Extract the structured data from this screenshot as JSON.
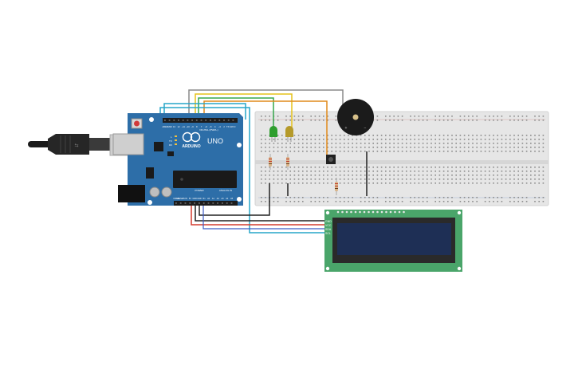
{
  "arduino": {
    "brand": "ARDUINO",
    "model": "UNO",
    "digital_label": "DIGITAL (PWM~)",
    "power_label": "POWER",
    "analog_label": "ANALOG IN",
    "led_tx": "TX",
    "led_rx": "RX",
    "led_l": "L",
    "digital_pins": [
      "AREF",
      "GND",
      "13",
      "12",
      "~11",
      "~10",
      "~9",
      "8",
      "7",
      "~6",
      "~5",
      "4",
      "~3",
      "2",
      "TX 1",
      "RX 0"
    ],
    "power_pins": [
      "IOREF",
      "RESET",
      "3.3V",
      "5V",
      "GND",
      "GND",
      "Vin"
    ],
    "analog_pins": [
      "A0",
      "A1",
      "A2",
      "A3",
      "A4",
      "A5"
    ]
  },
  "lcd": {
    "pins": [
      "GND",
      "VCC",
      "SDA",
      "SCL"
    ]
  },
  "components": {
    "led_green_color": "#2e9e2e",
    "led_yellow_color": "#b59a2a",
    "buzzer_color": "#1b1b1b",
    "board_color": "#2d6ea8",
    "lcd_board_color": "#4aa56a",
    "lcd_screen_color": "#1e2f55"
  },
  "wires": {
    "gray": "#8a8a8a",
    "yellow": "#e5c21a",
    "green": "#37a64c",
    "orange": "#e08a1c",
    "cyan": "#27a6c9",
    "red": "#d43b2f",
    "black": "#222222"
  }
}
